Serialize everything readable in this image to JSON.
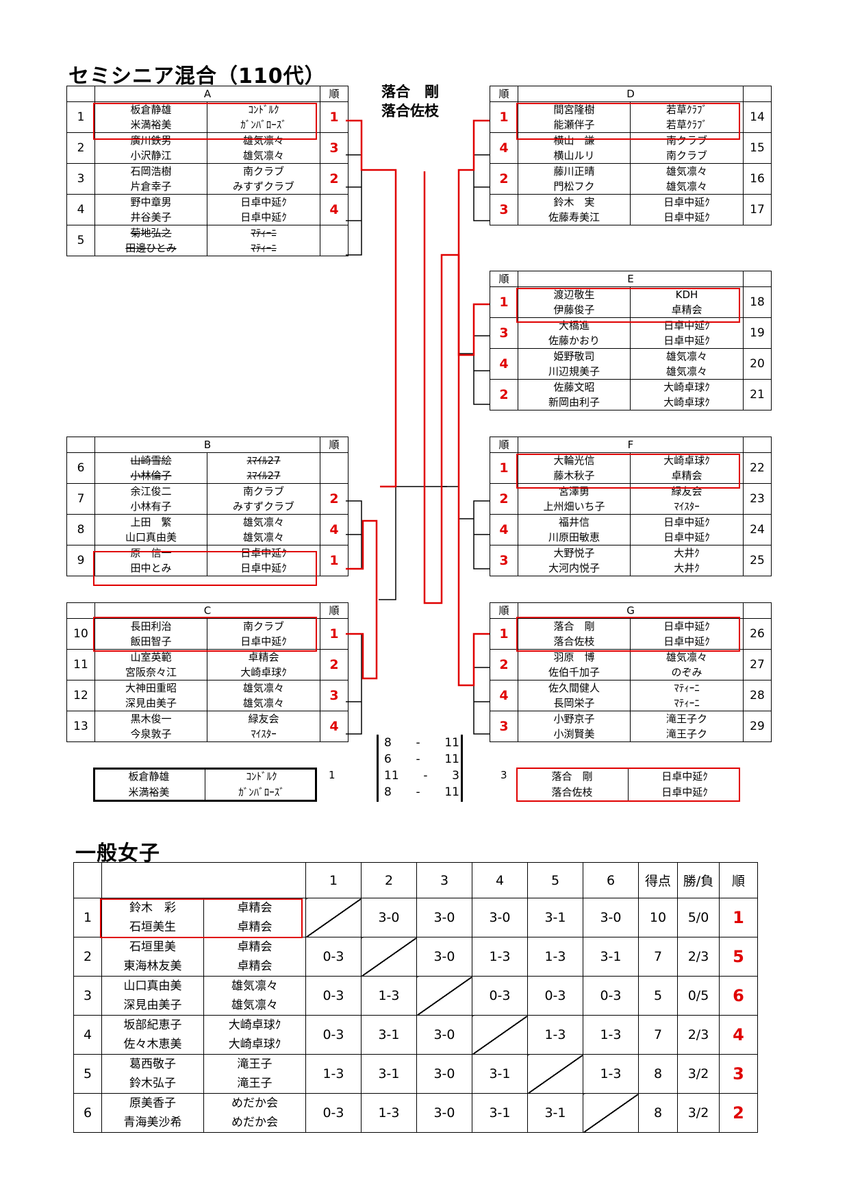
{
  "semi": {
    "title": "セミシニア混合（110代）",
    "champion": {
      "line1": "落合　剛",
      "line2": "落合佐枝"
    },
    "rank_header": "順",
    "groups": {
      "A": {
        "label": "A",
        "rows": [
          {
            "no": "1",
            "p1": "板倉静雄",
            "c1": "ｺﾝﾄﾞﾙｸ",
            "p2": "米満裕美",
            "c2": "ｶﾞﾝﾊﾞﾛｰｽﾞ",
            "rank": "1"
          },
          {
            "no": "2",
            "p1": "廣川鉄男",
            "c1": "雄気凛々",
            "p2": "小沢静江",
            "c2": "雄気凛々",
            "rank": "3"
          },
          {
            "no": "3",
            "p1": "石岡浩樹",
            "c1": "南クラブ",
            "p2": "片倉幸子",
            "c2": "みすずクラブ",
            "rank": "2"
          },
          {
            "no": "4",
            "p1": "野中章男",
            "c1": "日卓中延ｸ",
            "p2": "井谷美子",
            "c2": "日卓中延ｸ",
            "rank": "4"
          },
          {
            "no": "5",
            "p1": "菊地弘之",
            "c1": "ﾏﾃｨｰﾆ",
            "p2": "田邊ひとみ",
            "c2": "ﾏﾃｨｰﾆ",
            "rank": "",
            "strike": true
          }
        ]
      },
      "B": {
        "label": "B",
        "rows": [
          {
            "no": "6",
            "p1": "山崎雪絵",
            "c1": "ｽﾏｲﾙ27",
            "p2": "小林倫子",
            "c2": "ｽﾏｲﾙ27",
            "rank": "",
            "strike": true
          },
          {
            "no": "7",
            "p1": "余江俊二",
            "c1": "南クラブ",
            "p2": "小林有子",
            "c2": "みすずクラブ",
            "rank": "2"
          },
          {
            "no": "8",
            "p1": "上田　繁",
            "c1": "雄気凛々",
            "p2": "山口真由美",
            "c2": "雄気凛々",
            "rank": "4"
          },
          {
            "no": "9",
            "p1": "原　信一",
            "c1": "日卓中延ｸ",
            "p2": "田中とみ",
            "c2": "日卓中延ｸ",
            "rank": "1"
          }
        ]
      },
      "C": {
        "label": "C",
        "rows": [
          {
            "no": "10",
            "p1": "長田利治",
            "c1": "南クラブ",
            "p2": "飯田智子",
            "c2": "日卓中延ｸ",
            "rank": "1"
          },
          {
            "no": "11",
            "p1": "山室英範",
            "c1": "卓精会",
            "p2": "宮阪奈々江",
            "c2": "大崎卓球ｸ",
            "rank": "2"
          },
          {
            "no": "12",
            "p1": "大神田重昭",
            "c1": "雄気凛々",
            "p2": "深見由美子",
            "c2": "雄気凛々",
            "rank": "3"
          },
          {
            "no": "13",
            "p1": "黒木俊一",
            "c1": "緑友会",
            "p2": "今泉敦子",
            "c2": "ﾏｲｽﾀｰ",
            "rank": "4"
          }
        ]
      },
      "D": {
        "label": "D",
        "rows": [
          {
            "no": "14",
            "p1": "間宮隆樹",
            "c1": "若草ｸﾗﾌﾞ",
            "p2": "能瀬伴子",
            "c2": "若草ｸﾗﾌﾞ",
            "rank": "1"
          },
          {
            "no": "15",
            "p1": "横山　謙",
            "c1": "南クラブ",
            "p2": "横山ルリ",
            "c2": "南クラブ",
            "rank": "4"
          },
          {
            "no": "16",
            "p1": "藤川正晴",
            "c1": "雄気凛々",
            "p2": "門松フク",
            "c2": "雄気凛々",
            "rank": "2"
          },
          {
            "no": "17",
            "p1": "鈴木　実",
            "c1": "日卓中延ｸ",
            "p2": "佐藤寿美江",
            "c2": "日卓中延ｸ",
            "rank": "3"
          }
        ]
      },
      "E": {
        "label": "E",
        "rows": [
          {
            "no": "18",
            "p1": "渡辺敬生",
            "c1": "KDH",
            "p2": "伊藤俊子",
            "c2": "卓精会",
            "rank": "1"
          },
          {
            "no": "19",
            "p1": "大橋進",
            "c1": "日卓中延ｸ",
            "p2": "佐藤かおり",
            "c2": "日卓中延ｸ",
            "rank": "3"
          },
          {
            "no": "20",
            "p1": "姫野敬司",
            "c1": "雄気凛々",
            "p2": "川辺規美子",
            "c2": "雄気凛々",
            "rank": "4"
          },
          {
            "no": "21",
            "p1": "佐藤文昭",
            "c1": "大崎卓球ｸ",
            "p2": "新岡由利子",
            "c2": "大崎卓球ｸ",
            "rank": "2"
          }
        ]
      },
      "F": {
        "label": "F",
        "rows": [
          {
            "no": "22",
            "p1": "大輪光信",
            "c1": "大崎卓球ｸ",
            "p2": "藤木秋子",
            "c2": "卓精会",
            "rank": "1"
          },
          {
            "no": "23",
            "p1": "宮澤勇",
            "c1": "緑友会",
            "p2": "上州畑いち子",
            "c2": "ﾏｲｽﾀｰ",
            "rank": "2"
          },
          {
            "no": "24",
            "p1": "福井信",
            "c1": "日卓中延ｸ",
            "p2": "川原田敏恵",
            "c2": "日卓中延ｸ",
            "rank": "4"
          },
          {
            "no": "25",
            "p1": "大野悦子",
            "c1": "大井ｸ",
            "p2": "大河内悦子",
            "c2": "大井ｸ",
            "rank": "3"
          }
        ]
      },
      "G": {
        "label": "G",
        "rows": [
          {
            "no": "26",
            "p1": "落合　剛",
            "c1": "日卓中延ｸ",
            "p2": "落合佐枝",
            "c2": "日卓中延ｸ",
            "rank": "1"
          },
          {
            "no": "27",
            "p1": "羽原　博",
            "c1": "雄気凛々",
            "p2": "佐伯千加子",
            "c2": "のぞみ",
            "rank": "2"
          },
          {
            "no": "28",
            "p1": "佐久間健人",
            "c1": "ﾏﾃｨｰﾆ",
            "p2": "長岡栄子",
            "c2": "ﾏﾃｨｰﾆ",
            "rank": "4"
          },
          {
            "no": "29",
            "p1": "小野京子",
            "c1": "滝王子ク",
            "p2": "小渕賢美",
            "c2": "滝王子ク",
            "rank": "3"
          }
        ]
      }
    },
    "final": {
      "left": {
        "p1": "板倉静雄",
        "c1": "ｺﾝﾄﾞﾙｸ",
        "p2": "米満裕美",
        "c2": "ｶﾞﾝﾊﾞﾛｰｽﾞ",
        "games": "1"
      },
      "right": {
        "p1": "落合　剛",
        "c1": "日卓中延ｸ",
        "p2": "落合佐枝",
        "c2": "日卓中延ｸ",
        "games": "3"
      },
      "scores": [
        {
          "a": "8",
          "sep": "-",
          "b": "11"
        },
        {
          "a": "6",
          "sep": "-",
          "b": "11"
        },
        {
          "a": "11",
          "sep": "-",
          "b": "3"
        },
        {
          "a": "8",
          "sep": "-",
          "b": "11"
        }
      ]
    }
  },
  "women": {
    "title": "一般女子",
    "headers": [
      "1",
      "2",
      "3",
      "4",
      "5",
      "6",
      "得点",
      "勝/負",
      "順"
    ],
    "rows": [
      {
        "no": "1",
        "p1": "鈴木　彩",
        "c1": "卓精会",
        "p2": "石垣美生",
        "c2": "卓精会",
        "r": [
          "",
          "3-0",
          "3-0",
          "3-0",
          "3-1",
          "3-0"
        ],
        "pts": "10",
        "wl": "5/0",
        "rank": "1"
      },
      {
        "no": "2",
        "p1": "石垣里美",
        "c1": "卓精会",
        "p2": "東海林友美",
        "c2": "卓精会",
        "r": [
          "0-3",
          "",
          "3-0",
          "1-3",
          "1-3",
          "3-1"
        ],
        "pts": "7",
        "wl": "2/3",
        "rank": "5"
      },
      {
        "no": "3",
        "p1": "山口真由美",
        "c1": "雄気凛々",
        "p2": "深見由美子",
        "c2": "雄気凛々",
        "r": [
          "0-3",
          "1-3",
          "",
          "0-3",
          "0-3",
          "0-3"
        ],
        "pts": "5",
        "wl": "0/5",
        "rank": "6"
      },
      {
        "no": "4",
        "p1": "坂部紀恵子",
        "c1": "大崎卓球ｸ",
        "p2": "佐々木恵美",
        "c2": "大崎卓球ｸ",
        "r": [
          "0-3",
          "3-1",
          "3-0",
          "",
          "1-3",
          "1-3"
        ],
        "pts": "7",
        "wl": "2/3",
        "rank": "4"
      },
      {
        "no": "5",
        "p1": "葛西敬子",
        "c1": "滝王子",
        "p2": "鈴木弘子",
        "c2": "滝王子",
        "r": [
          "1-3",
          "3-1",
          "3-0",
          "3-1",
          "",
          "1-3"
        ],
        "pts": "8",
        "wl": "3/2",
        "rank": "3"
      },
      {
        "no": "6",
        "p1": "原美香子",
        "c1": "めだか会",
        "p2": "青海美沙希",
        "c2": "めだか会",
        "r": [
          "0-3",
          "1-3",
          "3-0",
          "3-1",
          "3-1",
          ""
        ],
        "pts": "8",
        "wl": "3/2",
        "rank": "2"
      }
    ]
  }
}
